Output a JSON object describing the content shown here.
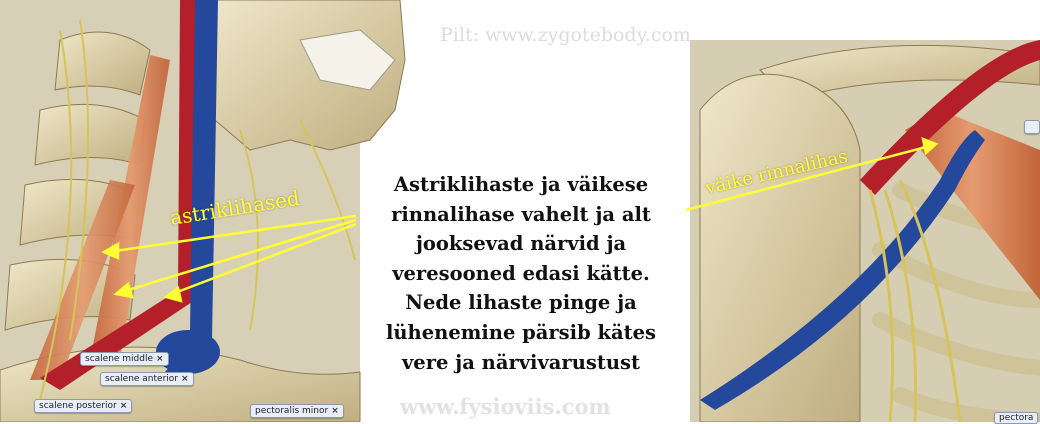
{
  "watermarks": {
    "top": "Pilt: www.zygotebody.com",
    "bottom": "www.fysioviis.com"
  },
  "caption_lines": [
    "Astriklihaste ja väikese",
    "rinnalihase vahelt ja alt",
    "jooksevad närvid ja",
    "veresooned edasi kätte.",
    "Nede lihaste pinge ja",
    "lühenemine pärsib kätes",
    "vere ja närvivarustust"
  ],
  "annotations": {
    "left": "astriklihased",
    "right": "väike rinnalihas"
  },
  "tags": {
    "scalene_middle": "scalene middle",
    "scalene_anterior": "scalene anterior",
    "scalene_posterior": "scalene posterior",
    "pectoralis_minor": "pectoralis minor",
    "pectoral_partial": "pectora",
    "close_glyph": "×"
  },
  "colors": {
    "label": "#ffff33",
    "artery": "#b3202a",
    "vein": "#23489c",
    "nerve": "#d6c35a",
    "muscle": "#d77e52",
    "bone": "#e0d5b0"
  }
}
